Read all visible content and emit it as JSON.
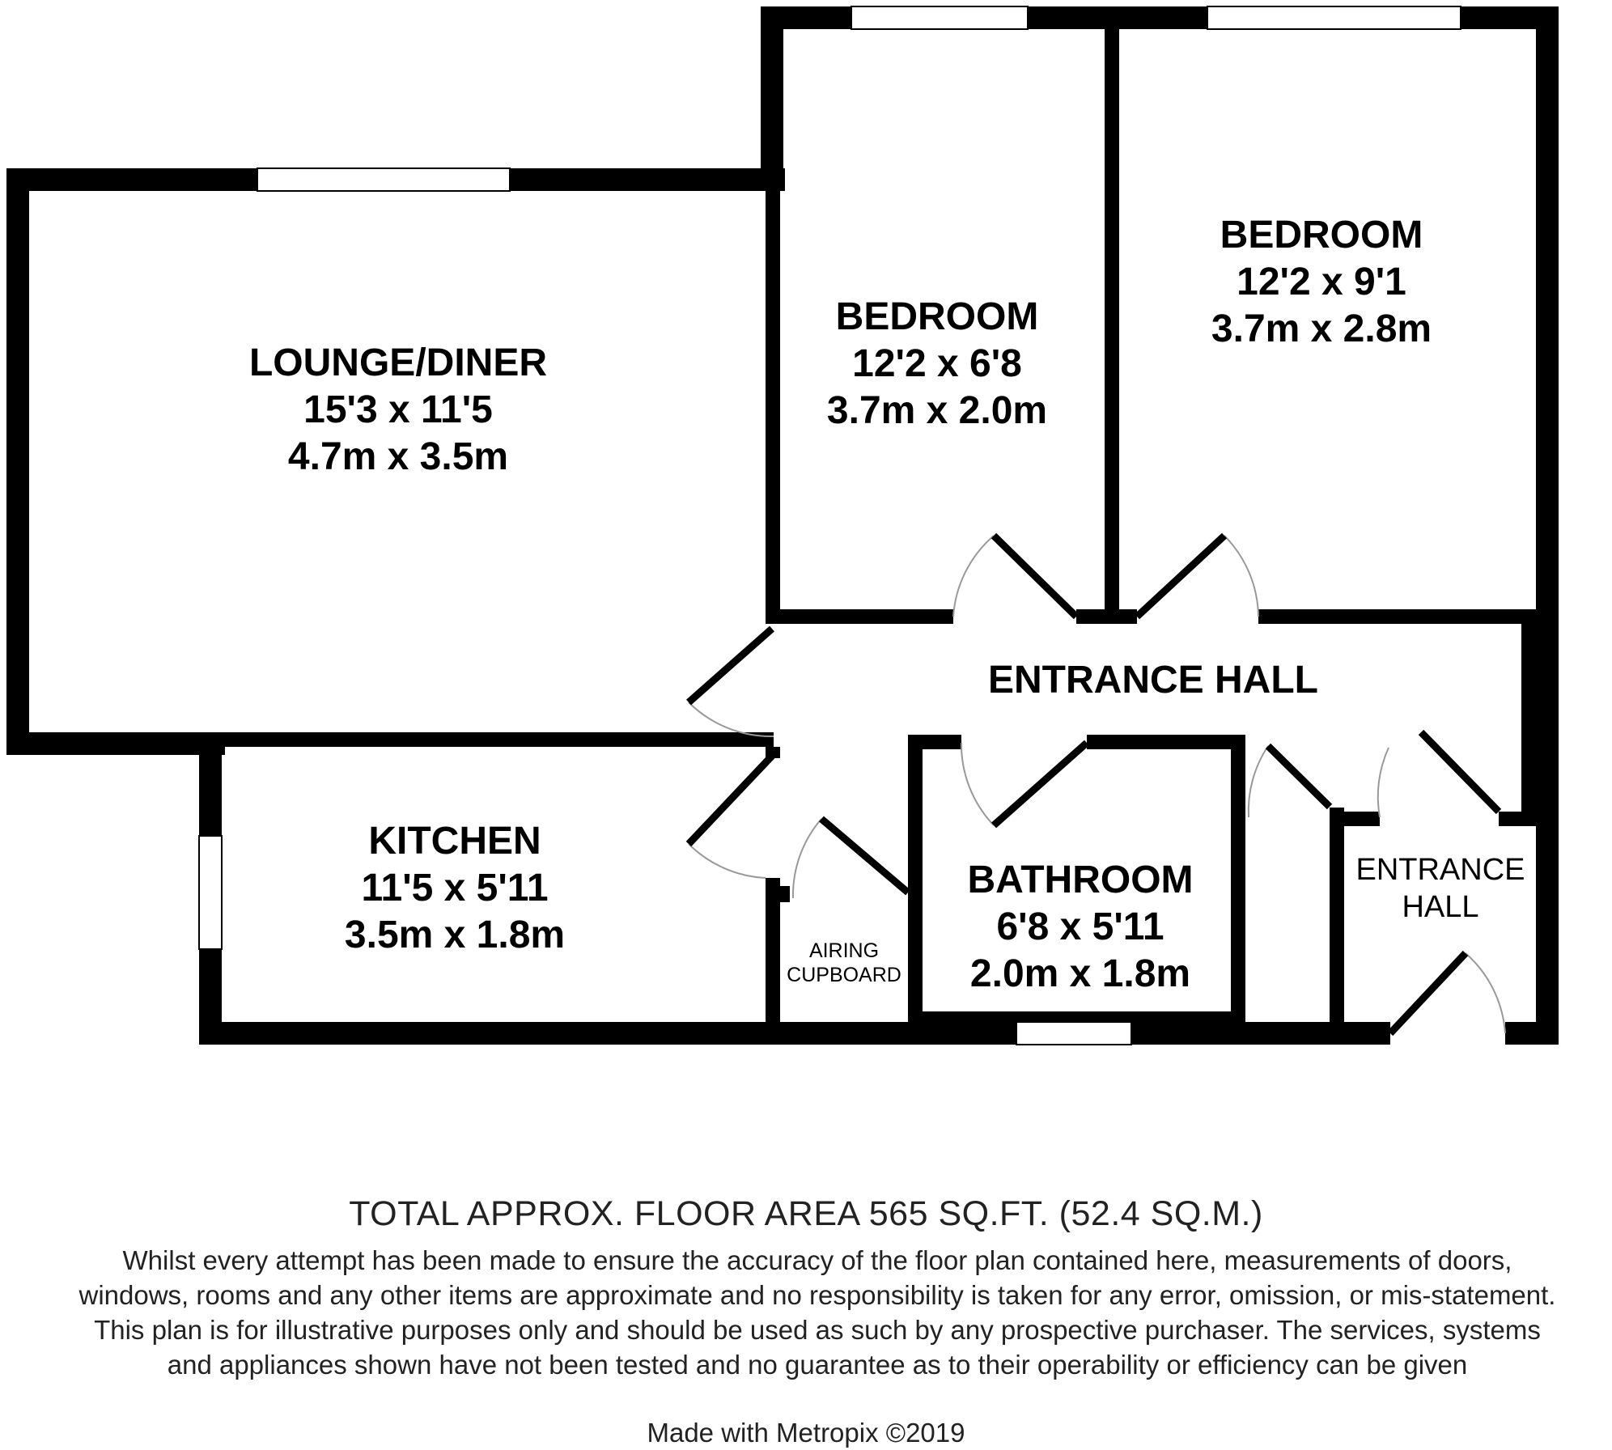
{
  "rooms": {
    "lounge": {
      "name": "LOUNGE/DINER",
      "imperial": "15'3 x 11'5",
      "metric": "4.7m x 3.5m"
    },
    "bedroom1": {
      "name": "BEDROOM",
      "imperial": "12'2 x 6'8",
      "metric": "3.7m x 2.0m"
    },
    "bedroom2": {
      "name": "BEDROOM",
      "imperial": "12'2 x 9'1",
      "metric": "3.7m x 2.8m"
    },
    "entrance_hall": {
      "name": "ENTRANCE HALL"
    },
    "kitchen": {
      "name": "KITCHEN",
      "imperial": "11'5 x 5'11",
      "metric": "3.5m x 1.8m"
    },
    "bathroom": {
      "name": "BATHROOM",
      "imperial": "6'8 x 5'11",
      "metric": "2.0m x 1.8m"
    },
    "airing_cupboard": {
      "line1": "AIRING",
      "line2": "CUPBOARD"
    },
    "entrance_hall_small": {
      "line1": "ENTRANCE",
      "line2": "HALL"
    }
  },
  "footer": {
    "total_area": "TOTAL APPROX. FLOOR AREA 565 SQ.FT. (52.4 SQ.M.)",
    "disclaimer": "Whilst every attempt has been made to ensure the accuracy of the floor plan contained here, measurements of doors, windows, rooms and any other items are approximate and no responsibility is taken for any error, omission, or mis-statement. This plan is for illustrative purposes only and should be used as such by any prospective purchaser. The services, systems and appliances shown have not been tested and no guarantee as to their operability or efficiency can be given",
    "credit": "Made with Metropix ©2019"
  }
}
